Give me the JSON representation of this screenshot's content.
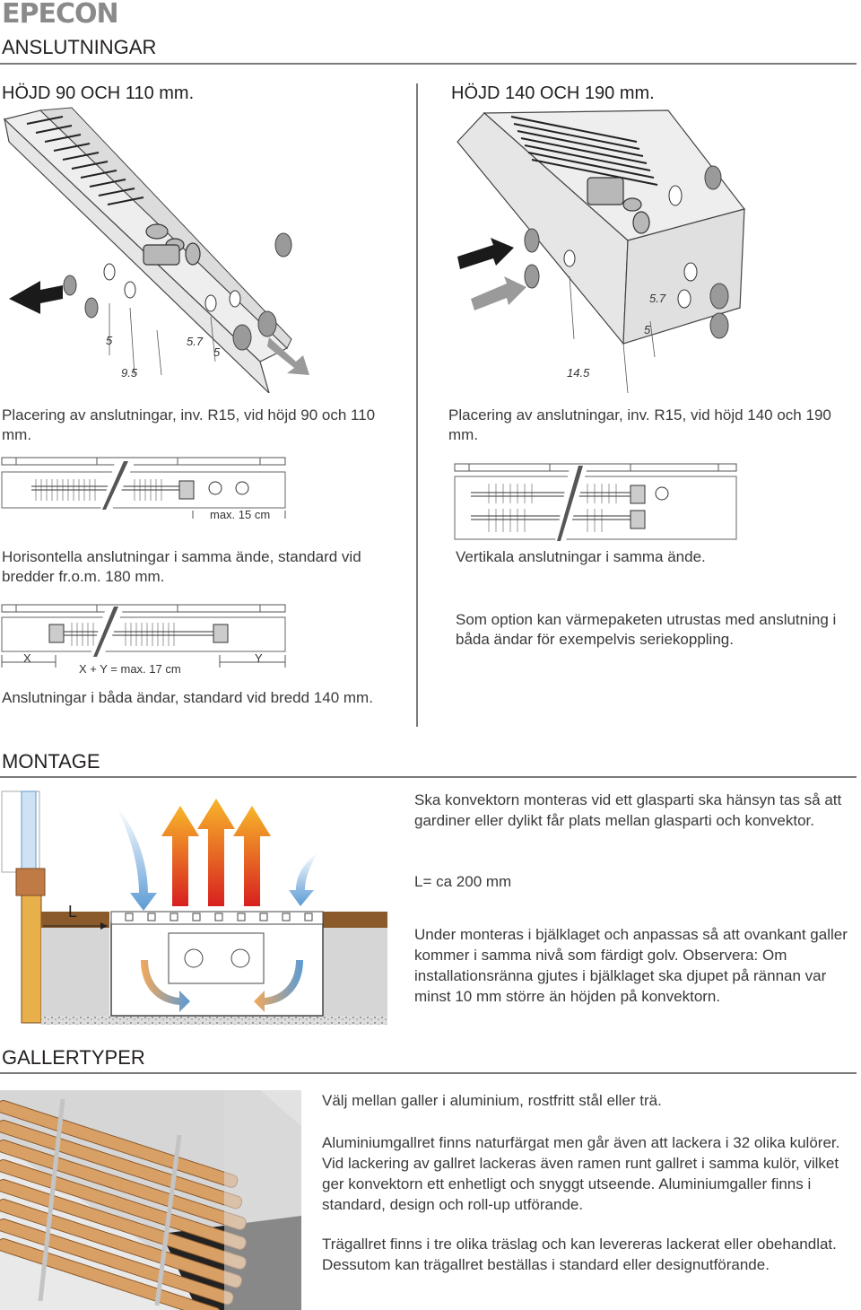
{
  "brand": {
    "logo_text": "EPECON"
  },
  "anslutningar": {
    "title": "ANSLUTNINGAR",
    "left": {
      "heading": "HÖJD 90 OCH 110 mm.",
      "dims": [
        "5",
        "5.7",
        "5",
        "9.5"
      ],
      "caption": "Placering av anslutningar, inv. R15, vid höjd 90 och 110 mm."
    },
    "right": {
      "heading": "HÖJD 140 OCH 190 mm.",
      "dims": [
        "5.7",
        "5",
        "14.5"
      ],
      "caption": "Placering av anslutningar, inv. R15, vid höjd 140 och 190 mm."
    },
    "diagram_horizontal": {
      "label": "max. 15 cm",
      "caption": "Horisontella anslutningar i samma ände, standard vid bredder fr.o.m. 180 mm."
    },
    "diagram_vertical": {
      "caption": "Vertikala anslutningar i samma ände."
    },
    "diagram_both_ends": {
      "x_label": "X",
      "y_label": "Y",
      "sum_label": "X + Y = max. 17 cm",
      "caption": "Anslutningar i båda ändar, standard vid bredd 140 mm."
    },
    "option_text": "Som option kan värmepaketen utrustas med anslutning i båda ändar för exempelvis seriekoppling."
  },
  "montage": {
    "title": "MONTAGE",
    "l_label": "L",
    "text1": "Ska konvektorn monteras vid ett glasparti ska hänsyn tas så att gardiner eller dylikt får plats mellan glasparti och konvektor.",
    "text2": "L= ca 200 mm",
    "text3": "Under monteras i bjälklaget och anpassas så att ovankant galler kommer i samma nivå som färdigt golv. Observera: Om installationsränna gjutes i bjälklaget ska djupet på rännan var minst 10 mm större än höjden på konvektorn."
  },
  "gallertyper": {
    "title": "GALLERTYPER",
    "text1": "Välj mellan galler i aluminium, rostfritt stål eller trä.",
    "text2": "Aluminiumgallret finns naturfärgat men går även att lackera i 32 olika kulörer. Vid lackering av gallret lackeras även ramen runt gallret i samma kulör, vilket ger konvektorn ett enhetligt och snyggt utseende. Aluminiumgaller finns i standard, design och roll-up utförande.",
    "text3": "Trägallret finns  i tre olika träslag och kan levereras lackerat eller obehandlat. Dessutom kan trägallret beställas i standard eller designutförande."
  },
  "colors": {
    "text": "#231f20",
    "rule": "#7a7a7a",
    "wood": "#d9a066",
    "floor": "#8b5a2b",
    "cold_air": "#5b9bd5",
    "hot_air": "#e53c1c",
    "insulation": "#e8b04a"
  }
}
